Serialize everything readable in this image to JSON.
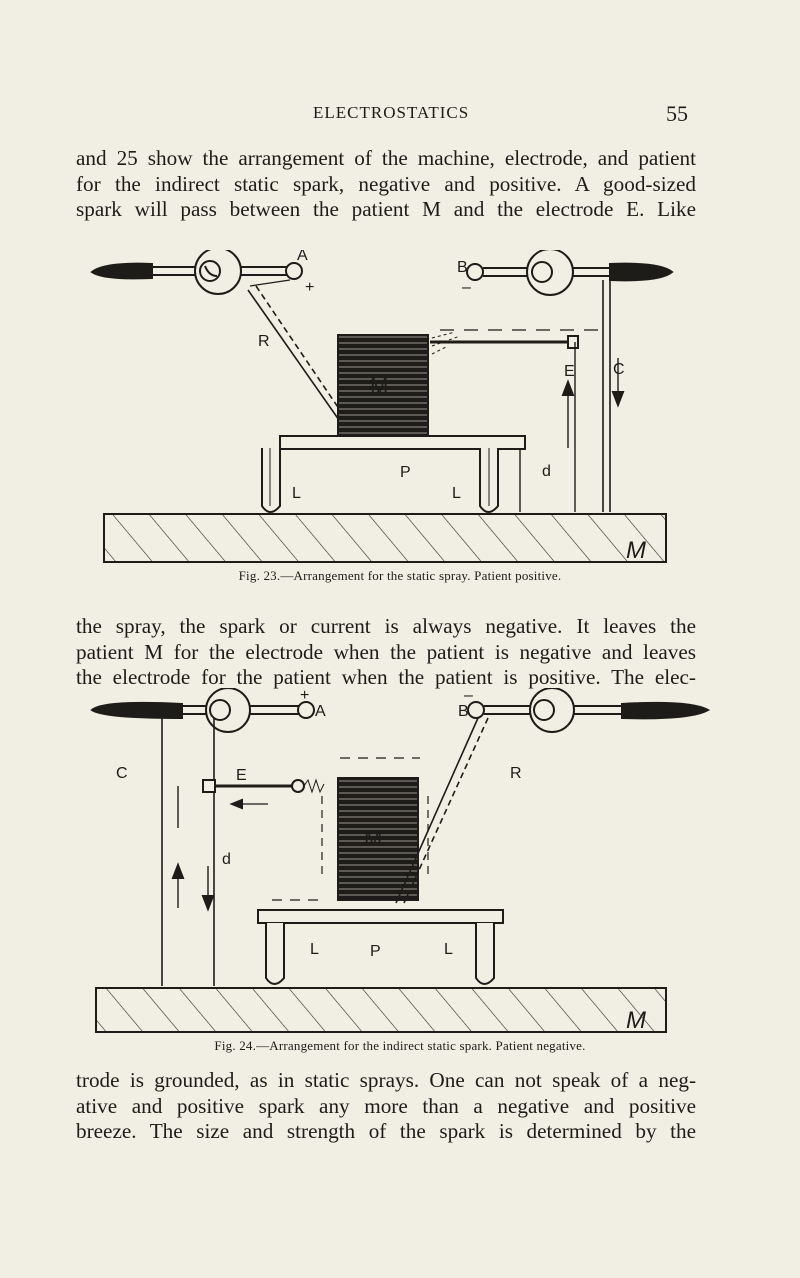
{
  "header": {
    "title": "ELECTROSTATICS",
    "page_number": "55"
  },
  "paragraphs": {
    "p1": [
      "and 25 show the arrangement of the machine, electrode, and patient",
      "for the indirect static spark, negative and positive. A good-sized",
      "spark will pass between the patient M and the electrode E. Like"
    ],
    "p2": [
      "the spray, the spark or current is always negative. It leaves the",
      "patient M for the electrode when the patient is negative and leaves",
      "the electrode for the patient when the patient is positive. The elec-"
    ],
    "p3": [
      "trode is grounded, as in static sprays. One can not speak of a neg-",
      "ative and positive spark any more than a negative and positive",
      "breeze. The size and strength of the spark is determined by the"
    ]
  },
  "figures": {
    "fig23": {
      "caption": "Fig. 23.—Arrangement for the static spray. Patient positive.",
      "labels": {
        "A": "A",
        "B": "B",
        "R": "R",
        "M": "M",
        "E": "E",
        "C": "C",
        "P": "P",
        "L": "L",
        "L2": "L",
        "d": "d",
        "plus": "+",
        "minus": "–",
        "mono": "M"
      }
    },
    "fig24": {
      "caption": "Fig. 24.—Arrangement for the indirect static spark. Patient negative.",
      "labels": {
        "A": "A",
        "B": "B",
        "R": "R",
        "M": "M",
        "E": "E",
        "C": "C",
        "P": "P",
        "L": "L",
        "L2": "L",
        "d": "d",
        "plus": "+",
        "minus": "–",
        "mono": "M"
      }
    }
  }
}
